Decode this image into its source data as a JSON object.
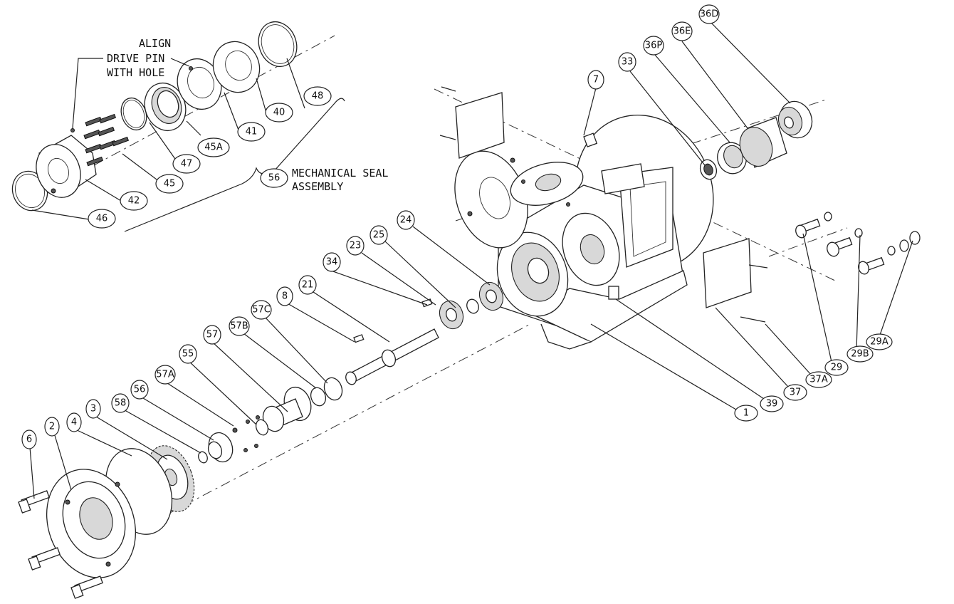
{
  "notes": {
    "align_1": "ALIGN",
    "align_2": "DRIVE PIN",
    "align_3": "WITH HOLE",
    "seal_bubble": "56",
    "seal_1": "MECHANICAL SEAL",
    "seal_2": "ASSEMBLY"
  },
  "callouts": {
    "c48": "48",
    "c40": "40",
    "c41": "41",
    "c45A": "45A",
    "c47": "47",
    "c45": "45",
    "c42": "42",
    "c46": "46",
    "c7": "7",
    "c33": "33",
    "c36P": "36P",
    "c36E": "36E",
    "c36D": "36D",
    "c24": "24",
    "c25": "25",
    "c23": "23",
    "c34": "34",
    "c21": "21",
    "c8": "8",
    "c57C": "57C",
    "c57B": "57B",
    "c57": "57",
    "c55": "55",
    "c57A": "57A",
    "c56": "56",
    "c58": "58",
    "c3": "3",
    "c4": "4",
    "c2": "2",
    "c6": "6",
    "c1": "1",
    "c39": "39",
    "c37": "37",
    "c37A": "37A",
    "c29": "29",
    "c29B": "29B",
    "c29A": "29A"
  }
}
